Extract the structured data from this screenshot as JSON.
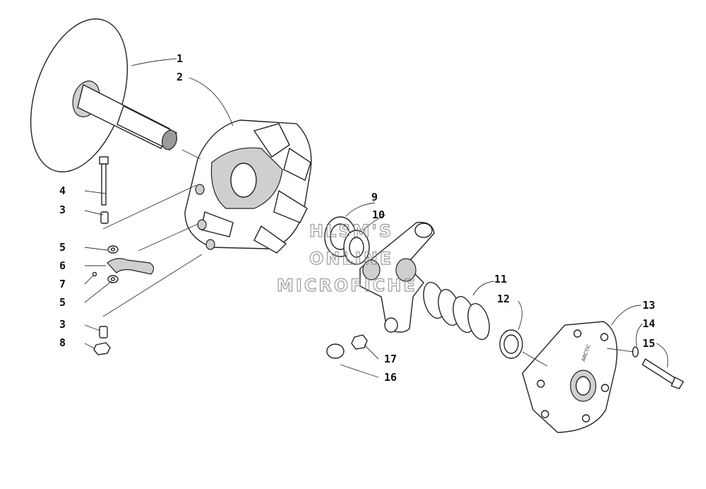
{
  "watermark": {
    "line1": "HLSM'S",
    "line2": "ONLINE",
    "line3": "MICROFICHE"
  },
  "callouts": [
    {
      "id": "c1",
      "label": "1"
    },
    {
      "id": "c2",
      "label": "2"
    },
    {
      "id": "c3a",
      "label": "3"
    },
    {
      "id": "c4",
      "label": "4"
    },
    {
      "id": "c5a",
      "label": "5"
    },
    {
      "id": "c6",
      "label": "6"
    },
    {
      "id": "c7",
      "label": "7"
    },
    {
      "id": "c5b",
      "label": "5"
    },
    {
      "id": "c3b",
      "label": "3"
    },
    {
      "id": "c8",
      "label": "8"
    },
    {
      "id": "c9",
      "label": "9"
    },
    {
      "id": "c10",
      "label": "10"
    },
    {
      "id": "c11",
      "label": "11"
    },
    {
      "id": "c12",
      "label": "12"
    },
    {
      "id": "c13",
      "label": "13"
    },
    {
      "id": "c14",
      "label": "14"
    },
    {
      "id": "c15",
      "label": "15"
    },
    {
      "id": "c16",
      "label": "16"
    },
    {
      "id": "c17",
      "label": "17"
    }
  ],
  "plate_marking": "ARCTIC"
}
